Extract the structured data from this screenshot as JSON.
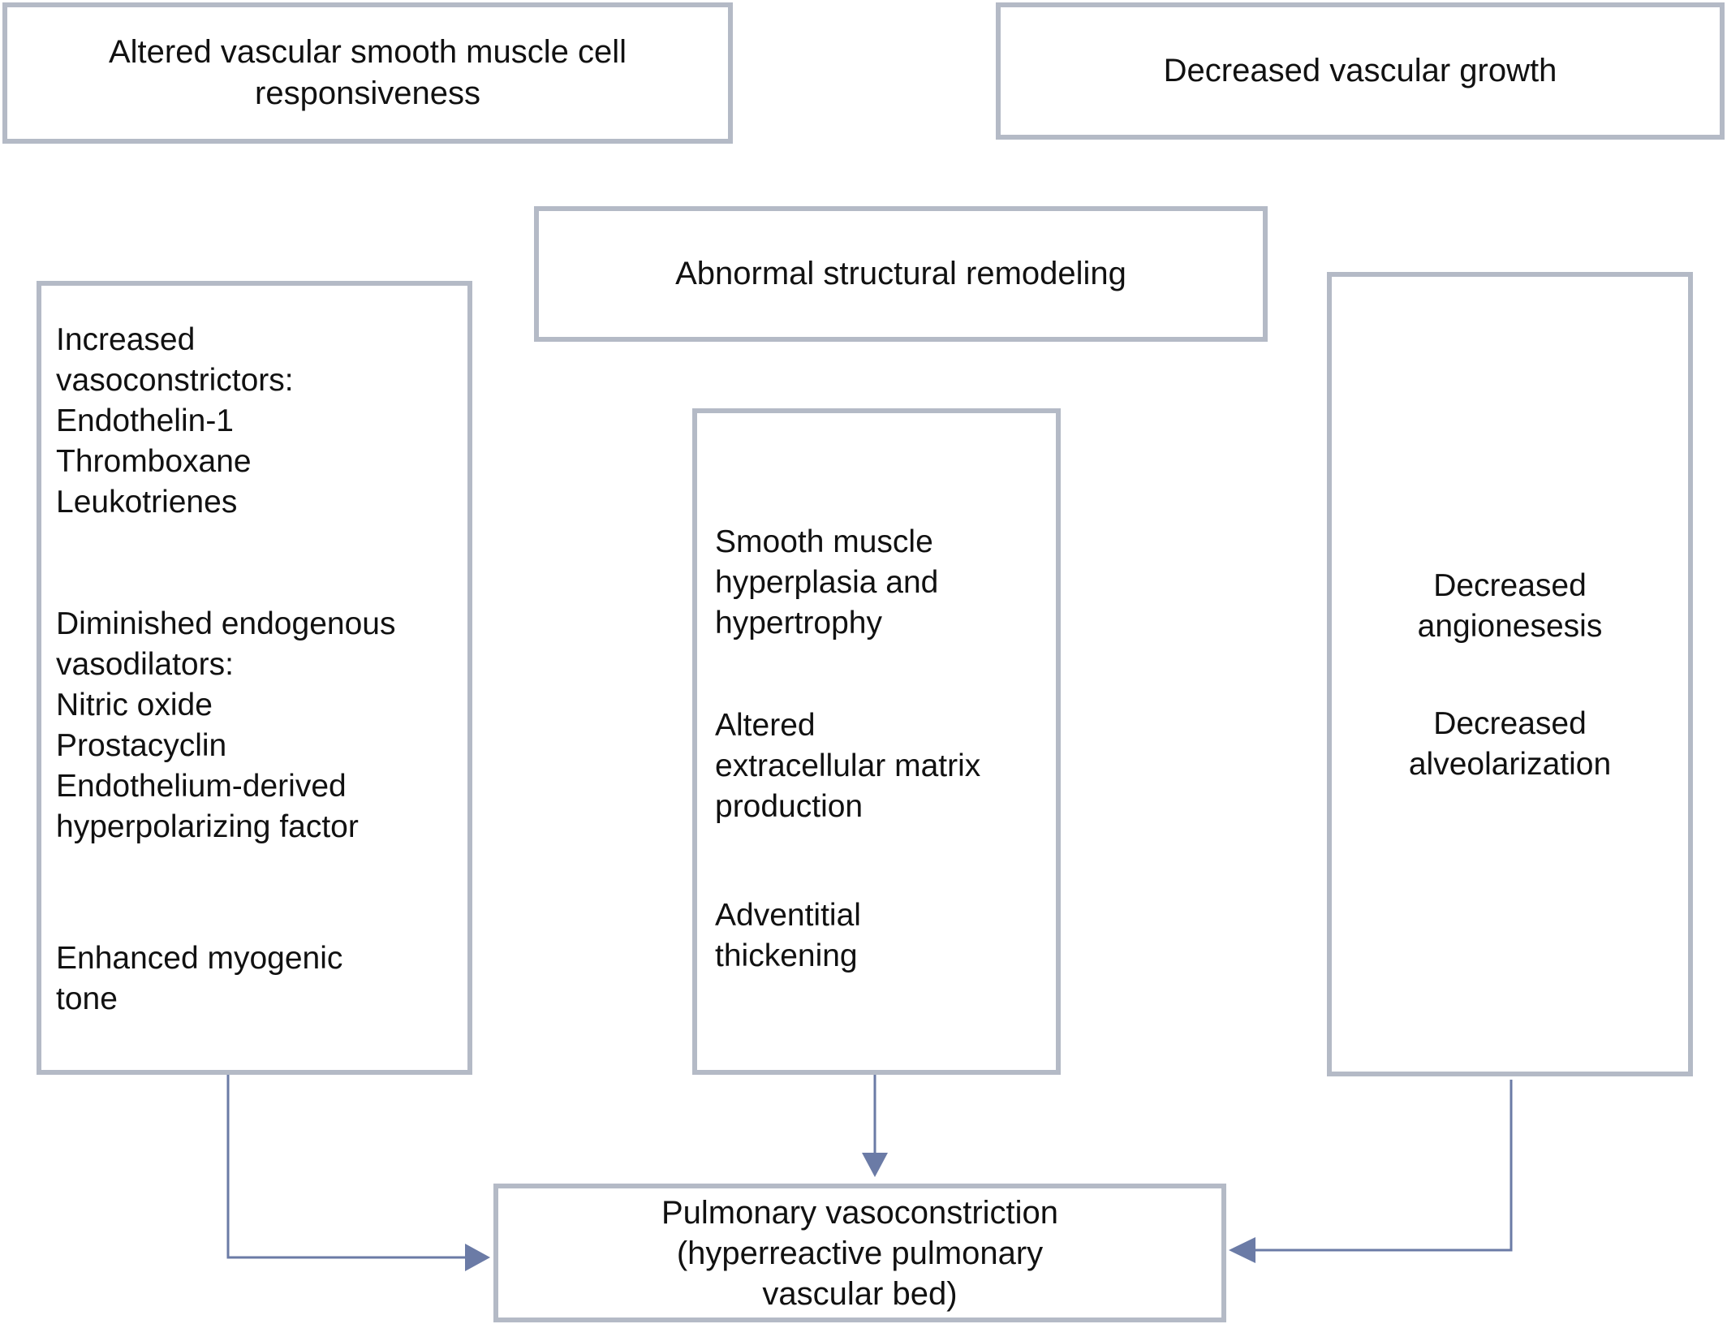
{
  "diagram": {
    "type": "flowchart",
    "colors": {
      "box_border": "#b4bac6",
      "arrow": "#6b7ba6",
      "text": "#111111",
      "background": "#ffffff"
    },
    "headers": {
      "left": [
        "Altered vascular smooth muscle cell",
        "responsiveness"
      ],
      "right": [
        "Decreased vascular growth"
      ],
      "middle": [
        "Abnormal structural remodeling"
      ]
    },
    "left_box": {
      "groups": [
        [
          "Increased",
          "vasoconstrictors:",
          "Endothelin-1",
          "Thromboxane",
          "Leukotrienes"
        ],
        [
          "Diminished endogenous",
          "vasodilators:",
          "Nitric oxide",
          "Prostacyclin",
          "Endothelium-derived",
          "hyperpolarizing factor"
        ],
        [
          "Enhanced myogenic",
          "tone"
        ]
      ]
    },
    "middle_box": {
      "groups": [
        [
          "Smooth muscle",
          "hyperplasia and",
          "hypertrophy"
        ],
        [
          "Altered",
          "extracellular matrix",
          "production"
        ],
        [
          "Adventitial",
          "thickening"
        ]
      ]
    },
    "right_box": {
      "groups": [
        [
          "Decreased",
          "angionesesis"
        ],
        [
          "Decreased",
          "alveolarization"
        ]
      ]
    },
    "outcome": {
      "lines": [
        "Pulmonary vasoconstriction",
        "(hyperreactive pulmonary",
        "vascular bed)"
      ]
    },
    "edges": [
      {
        "from": "left_box",
        "to": "outcome"
      },
      {
        "from": "middle_box",
        "to": "outcome"
      },
      {
        "from": "right_box",
        "to": "outcome"
      }
    ]
  }
}
